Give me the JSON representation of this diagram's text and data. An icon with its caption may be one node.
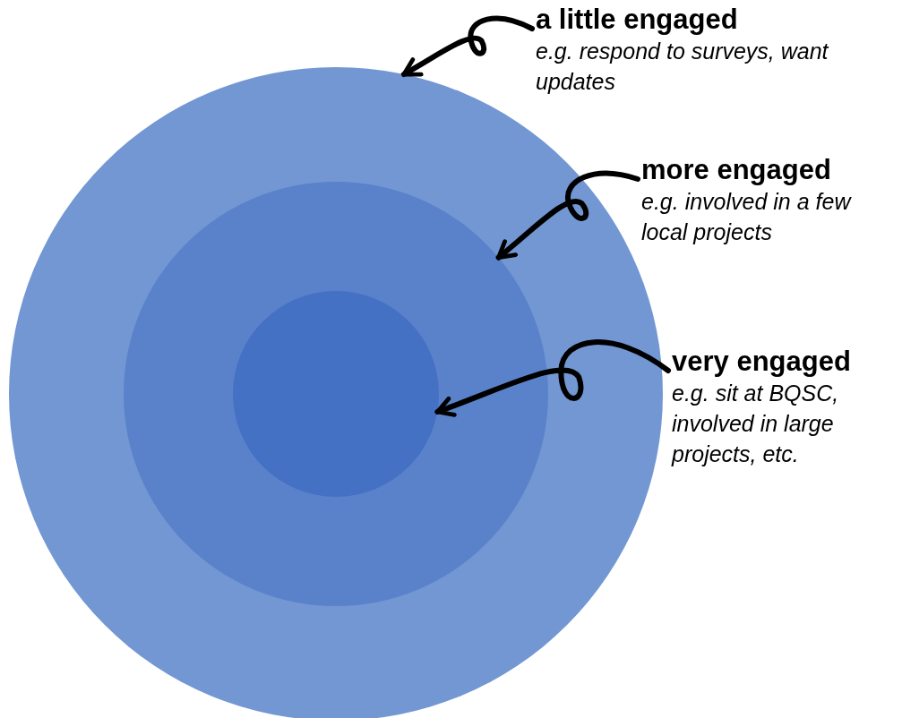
{
  "diagram": {
    "nodes": [
      {
        "text": [],
        "shape": "circle"
      },
      {
        "text": [],
        "shape": "circle",
        "in": 0
      },
      {
        "text": [],
        "shape": "circle",
        "in": 1
      },
      {
        "text": [
          "a little engaged",
          "e.g. respond to surveys, want updates"
        ]
      },
      {
        "text": [
          "more engaged",
          "e.g. involved in a few local projects"
        ]
      },
      {
        "text": [
          "very engaged",
          "e.g. sit at BQSC, involved in large projects, etc."
        ]
      }
    ],
    "edges": [
      {
        "from": 3,
        "to": 0,
        "arrow": "to"
      },
      {
        "from": 4,
        "to": 1,
        "arrow": "to"
      },
      {
        "from": 5,
        "to": 2,
        "arrow": "to"
      }
    ]
  }
}
